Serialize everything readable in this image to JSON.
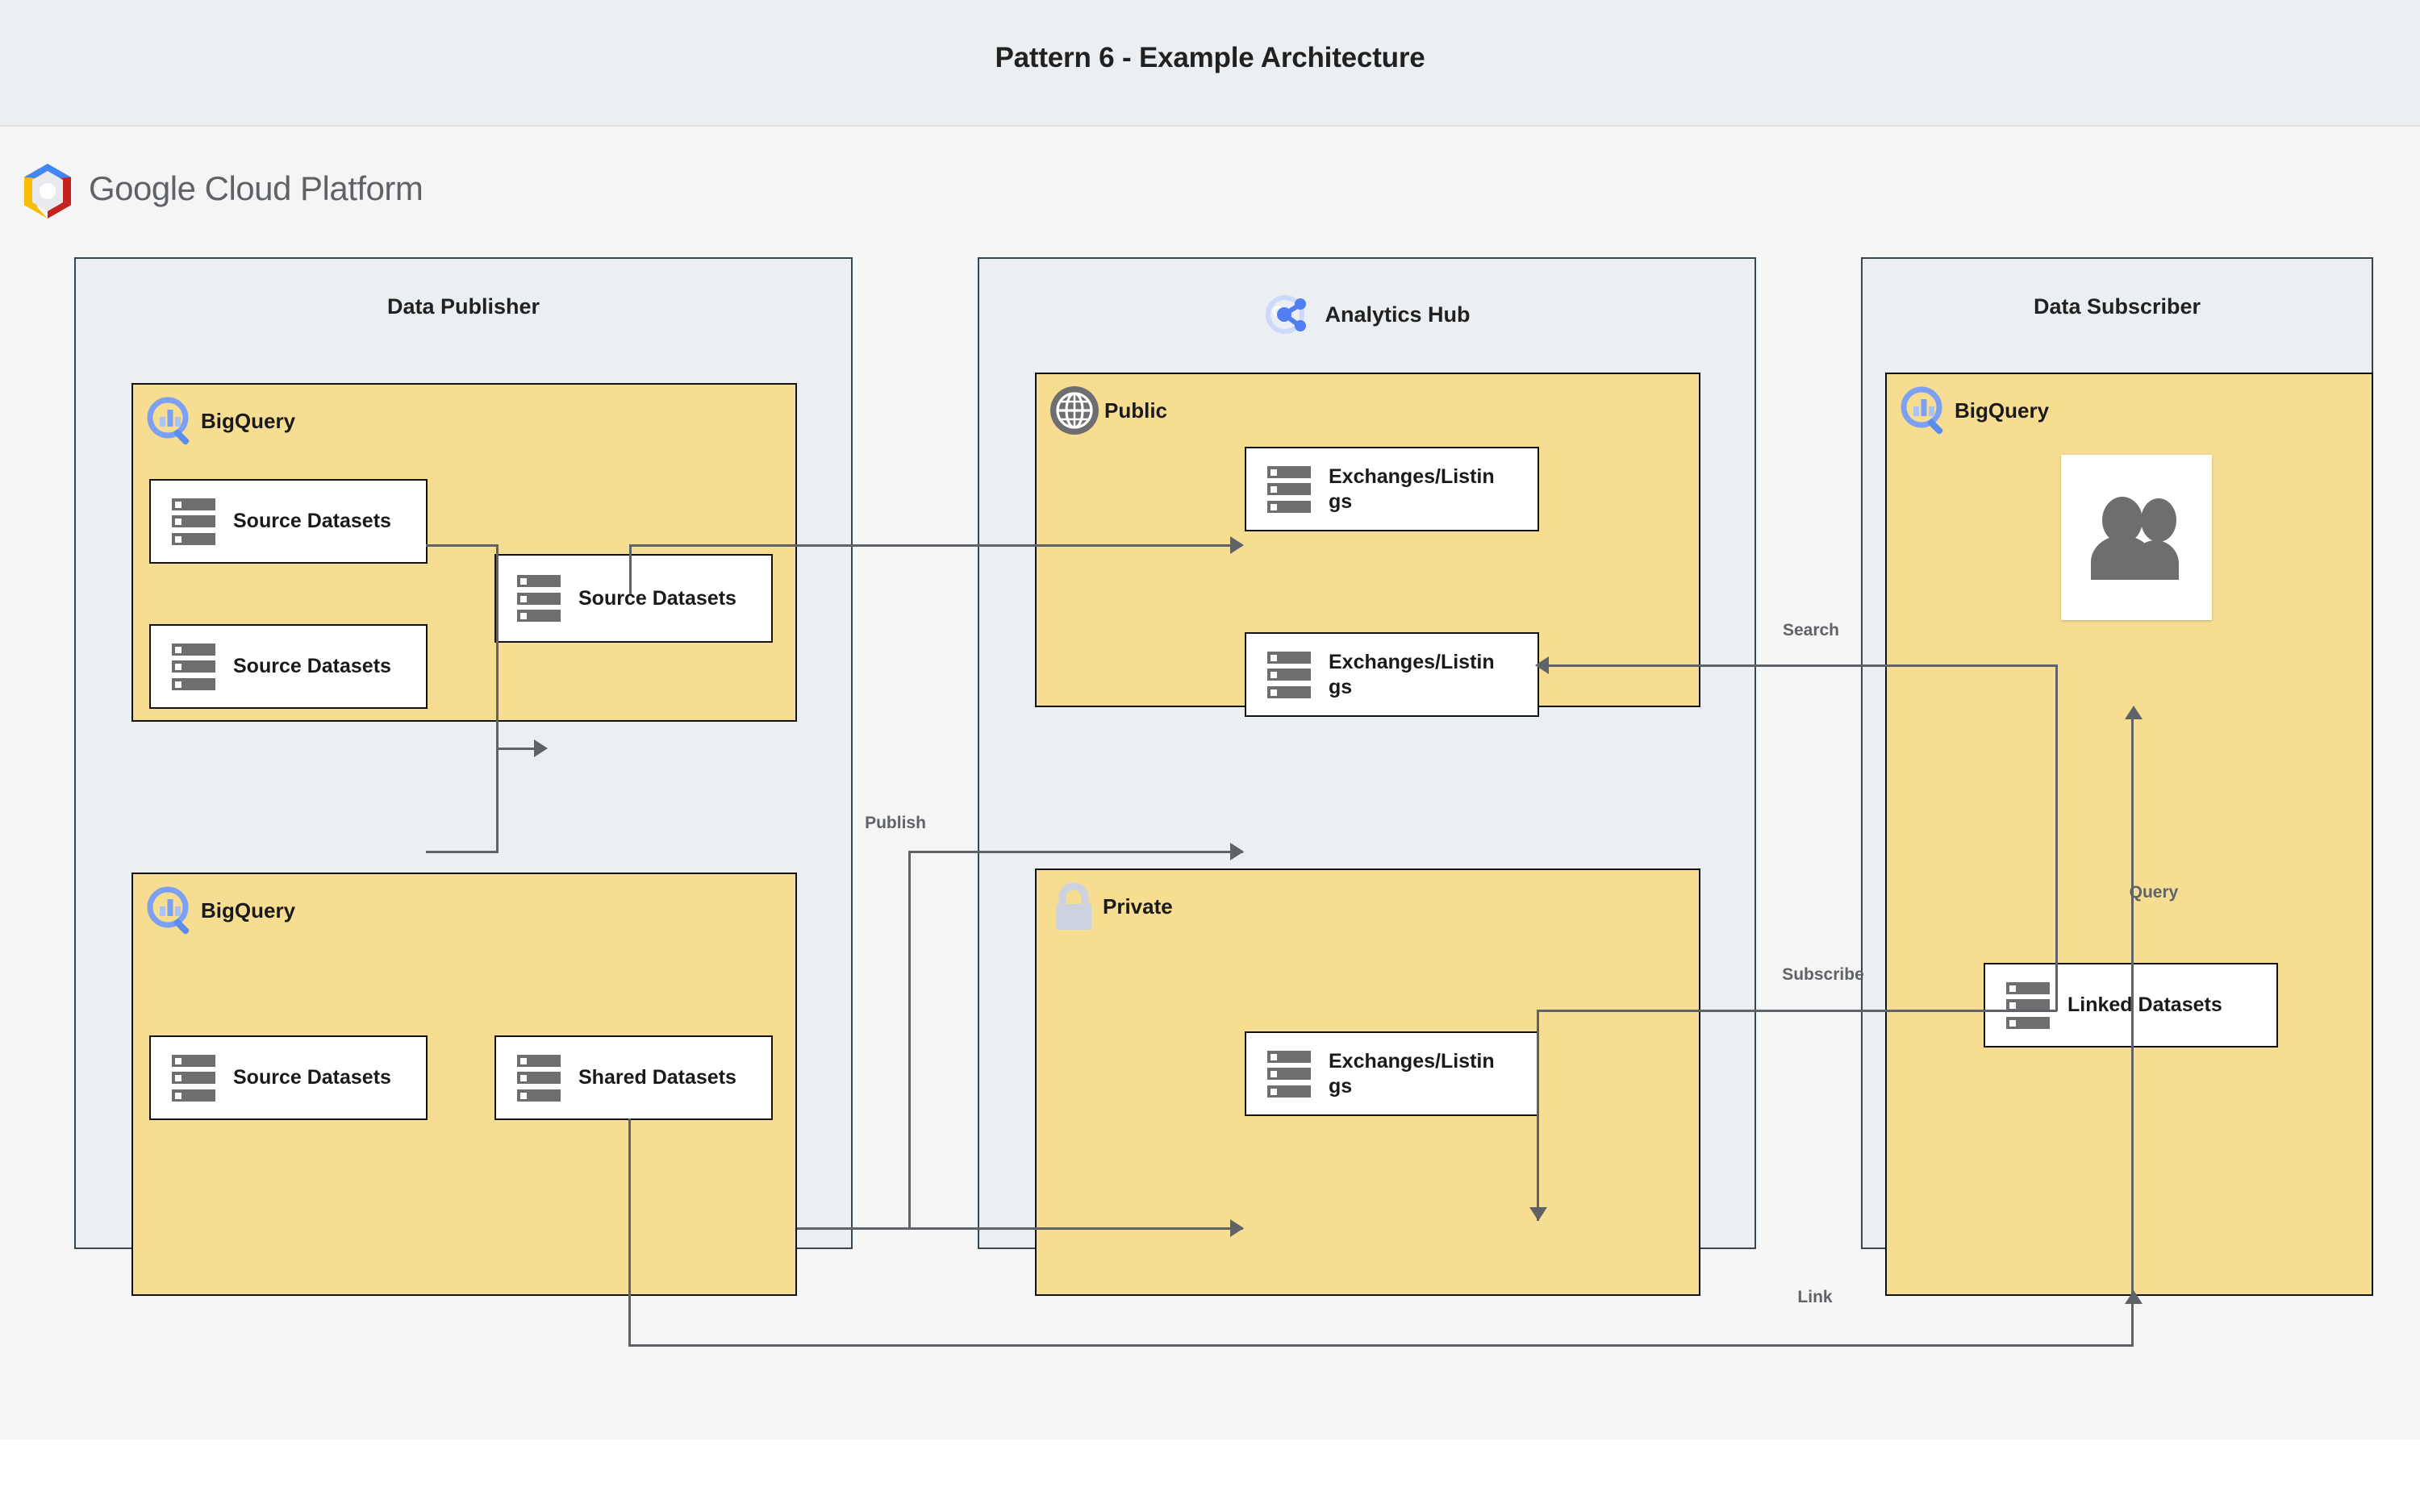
{
  "page": {
    "title": "Pattern 6 - Example Architecture",
    "platform_name_bold": "Google",
    "platform_name_rest": " Cloud Platform",
    "background": "#f5f5f5",
    "title_band_background": "#eceff1",
    "group_fill": "#f7dd92",
    "node_fill": "#ffffff",
    "connector_color": "#5f6368",
    "border_color": "#111111"
  },
  "zones": {
    "publisher": {
      "title": "Data Publisher"
    },
    "hub": {
      "title": "Analytics Hub",
      "icon": "analytics-hub-share-icon"
    },
    "subscriber": {
      "title": "Data Subscriber"
    }
  },
  "groups": {
    "publisher_bq_top": {
      "label": "BigQuery",
      "icon": "bigquery-icon"
    },
    "publisher_bq_bottom": {
      "label": "BigQuery",
      "icon": "bigquery-icon"
    },
    "hub_public": {
      "label": "Public",
      "icon": "globe-icon"
    },
    "hub_private": {
      "label": "Private",
      "icon": "lock-icon"
    },
    "subscriber_bq": {
      "label": "BigQuery",
      "icon": "bigquery-icon"
    }
  },
  "nodes": {
    "pub_source_1": {
      "label": "Source Datasets",
      "icon": "dataset-icon"
    },
    "pub_source_2": {
      "label": "Source Datasets",
      "icon": "dataset-icon"
    },
    "pub_source_merged": {
      "label": "Source Datasets",
      "icon": "dataset-icon"
    },
    "pub_source_3": {
      "label": "Source Datasets",
      "icon": "dataset-icon"
    },
    "pub_shared": {
      "label": "Shared Datasets",
      "icon": "dataset-icon"
    },
    "hub_listing_1": {
      "label": "Exchanges/Listings",
      "icon": "dataset-icon"
    },
    "hub_listing_2": {
      "label": "Exchanges/Listings",
      "icon": "dataset-icon"
    },
    "hub_listing_private": {
      "label": "Exchanges/Listings",
      "icon": "dataset-icon"
    },
    "sub_users": {
      "icon": "users-icon"
    },
    "sub_linked": {
      "label": "Linked Datasets",
      "icon": "dataset-icon"
    }
  },
  "connections": {
    "publish": "Publish",
    "search": "Search",
    "subscribe": "Subscribe",
    "query": "Query",
    "link": "Link"
  }
}
